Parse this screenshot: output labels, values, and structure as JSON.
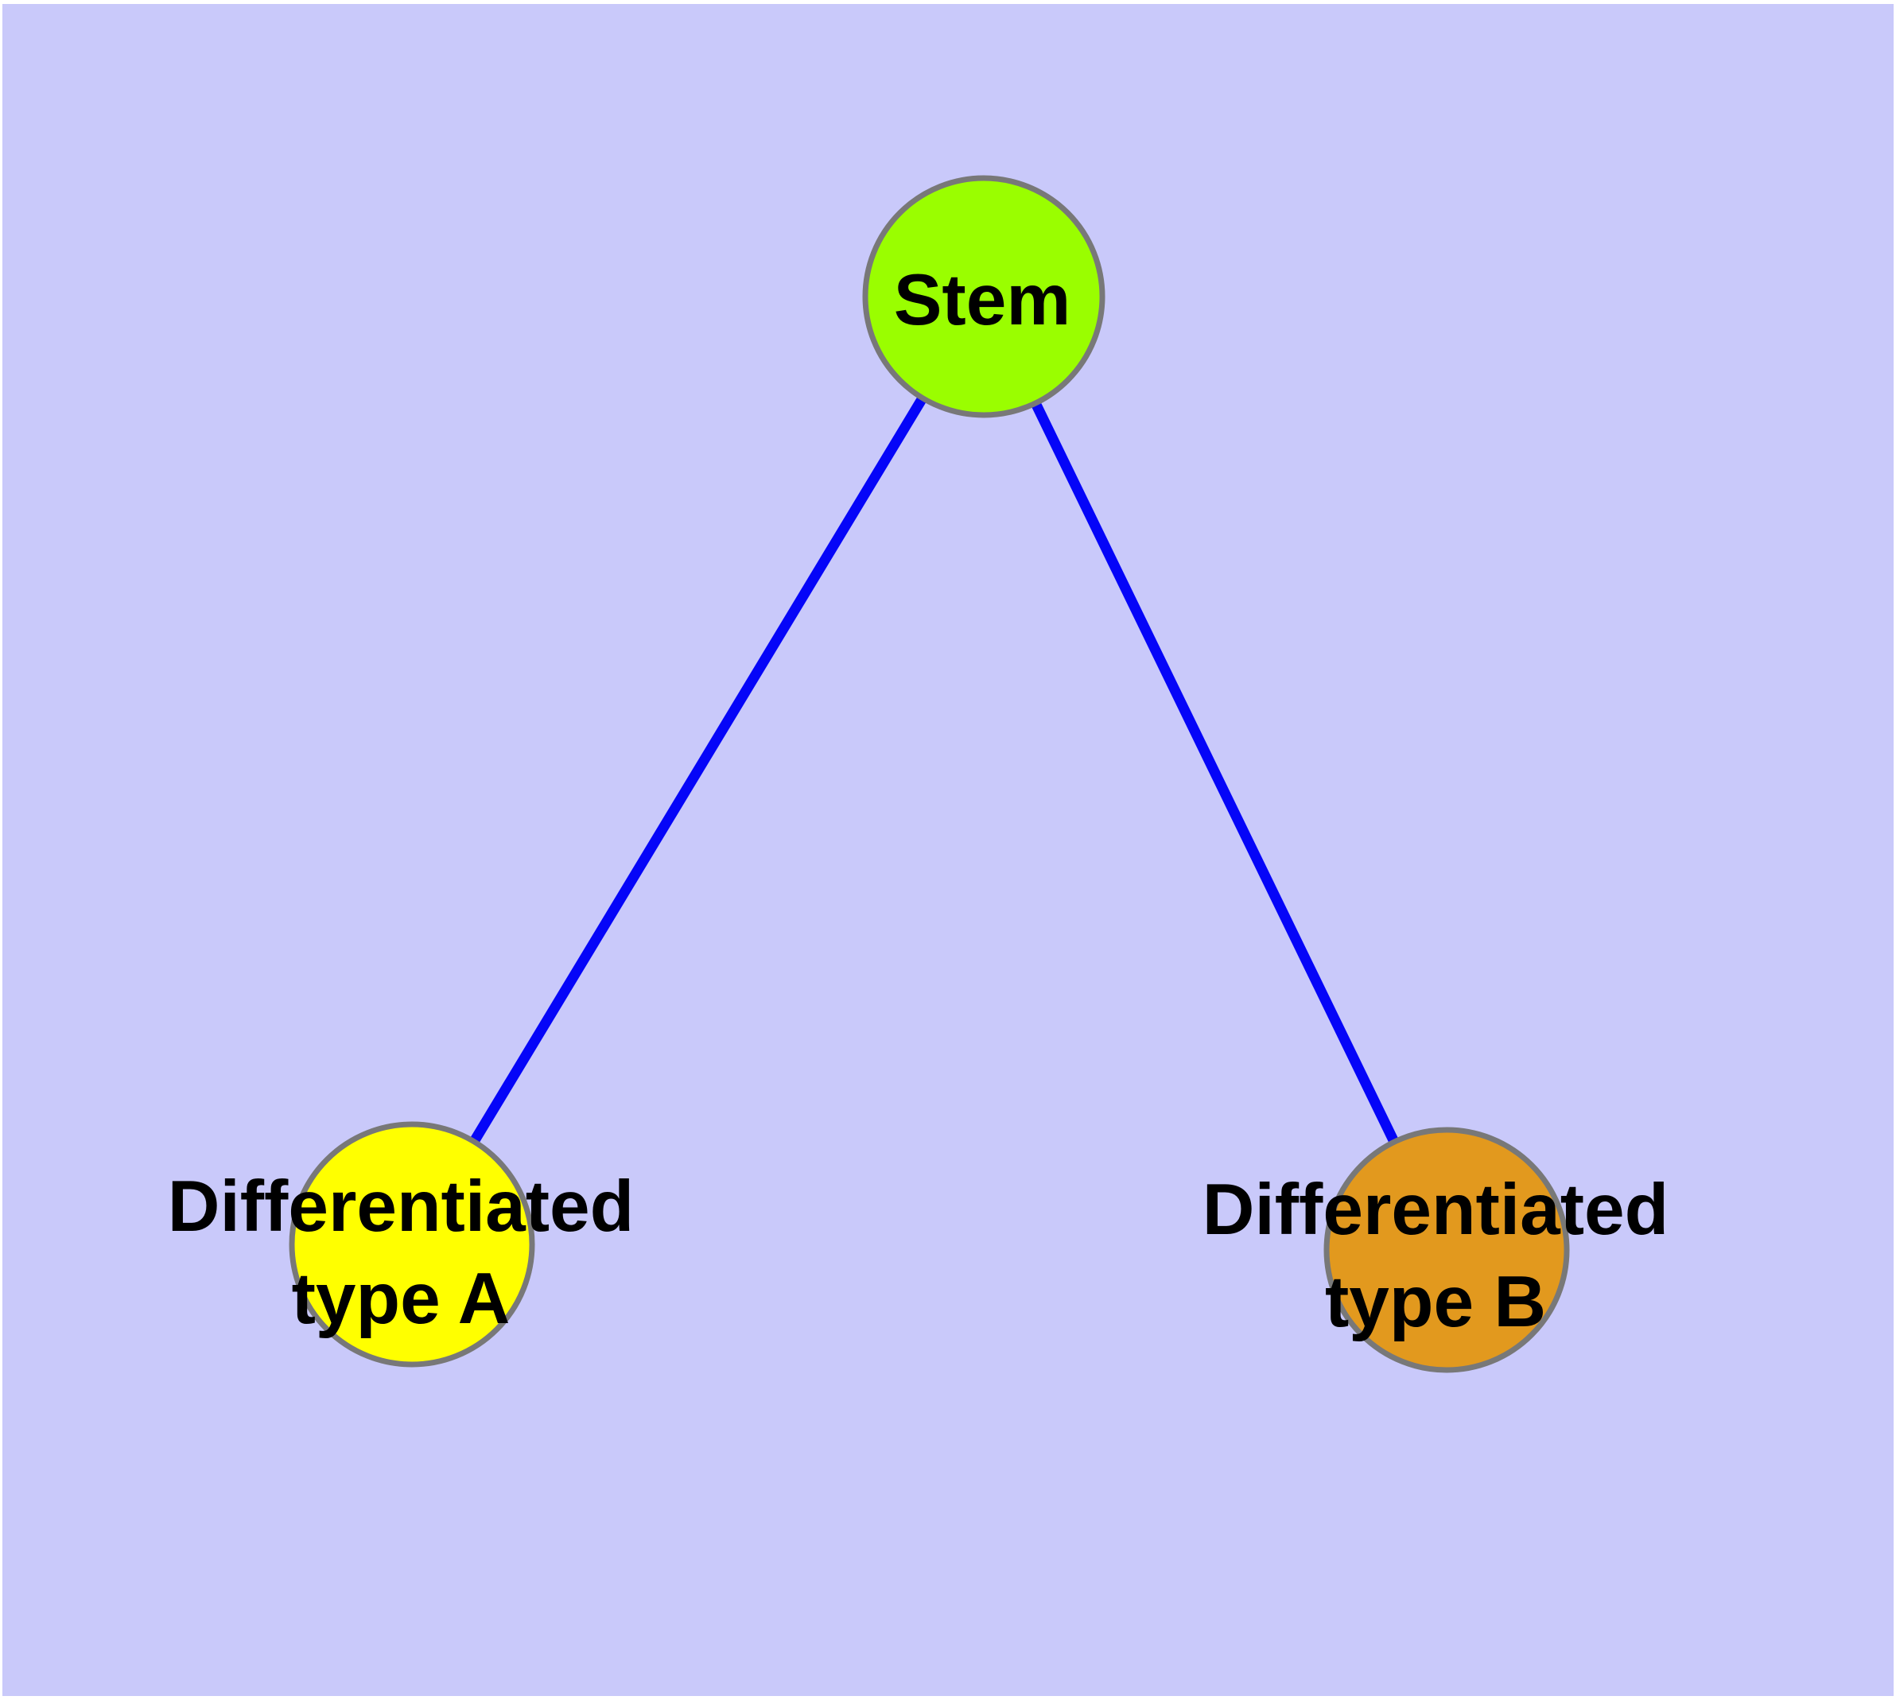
{
  "diagram": {
    "type": "node-link-graph",
    "background_color": "#C9C9FA",
    "frame_color": "#FFFFFF",
    "edge_color": "#0505F8",
    "node_border_color": "#787878",
    "label_color": "#000000",
    "nodes": [
      {
        "id": "stem",
        "label": "Stem",
        "fill": "#9AFE00"
      },
      {
        "id": "differentiated-type-a",
        "label_line1": "Differentiated",
        "label_line2": "type A",
        "fill": "#FFFF00"
      },
      {
        "id": "differentiated-type-b",
        "label_line1": "Differentiated",
        "label_line2": "type B",
        "fill": "#E2991E"
      }
    ],
    "edges": [
      {
        "from": "Stem",
        "to": "Differentiated type A"
      },
      {
        "from": "Stem",
        "to": "Differentiated type B"
      }
    ]
  }
}
